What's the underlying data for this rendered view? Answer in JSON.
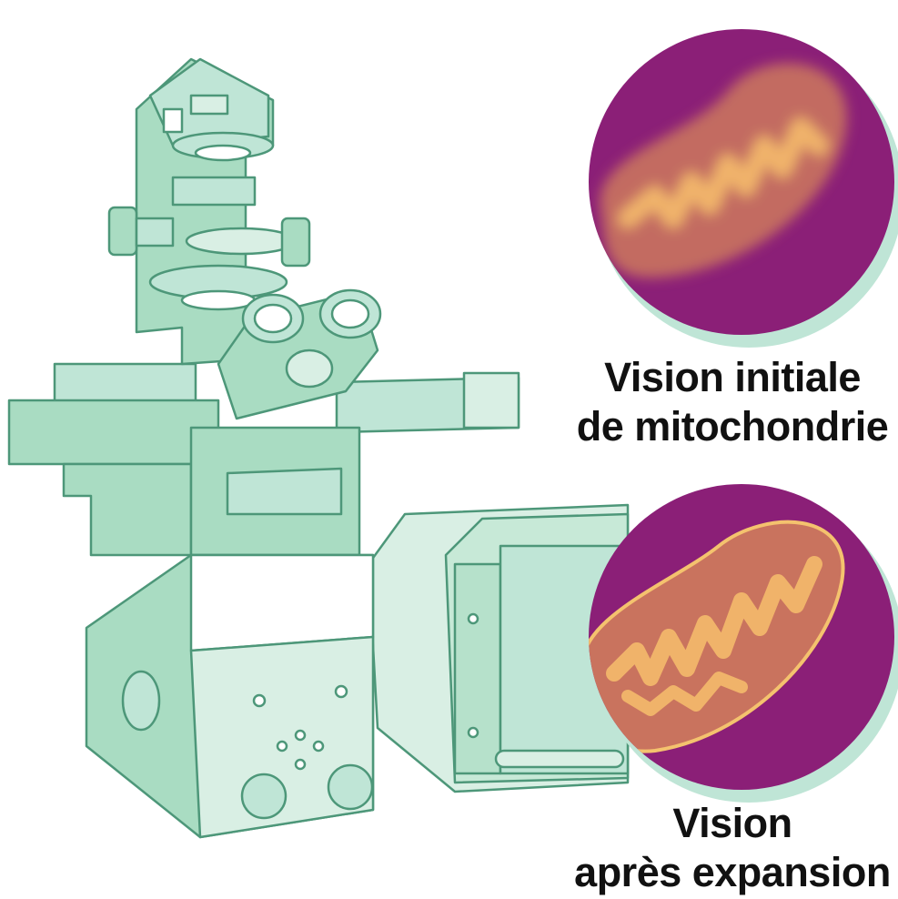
{
  "captions": {
    "initial": {
      "line1": "Vision initiale",
      "line2": "de mitochondrie"
    },
    "expanded": {
      "line1": "Vision",
      "line2": "après expansion"
    }
  },
  "colors": {
    "microscope_fill": "#a9dcc2",
    "microscope_light": "#d9efe4",
    "microscope_outline": "#4d9779",
    "lens_background": "#8b1f77",
    "lens_shadow": "#bfe5d6",
    "mitochondria_fill": "#c9735e",
    "mitochondria_cristae": "#f0b36a",
    "mitochondria_outline": "#f4c26e"
  },
  "icons": [
    "microscope-illustration",
    "mitochondria-blurry",
    "mitochondria-sharp"
  ]
}
